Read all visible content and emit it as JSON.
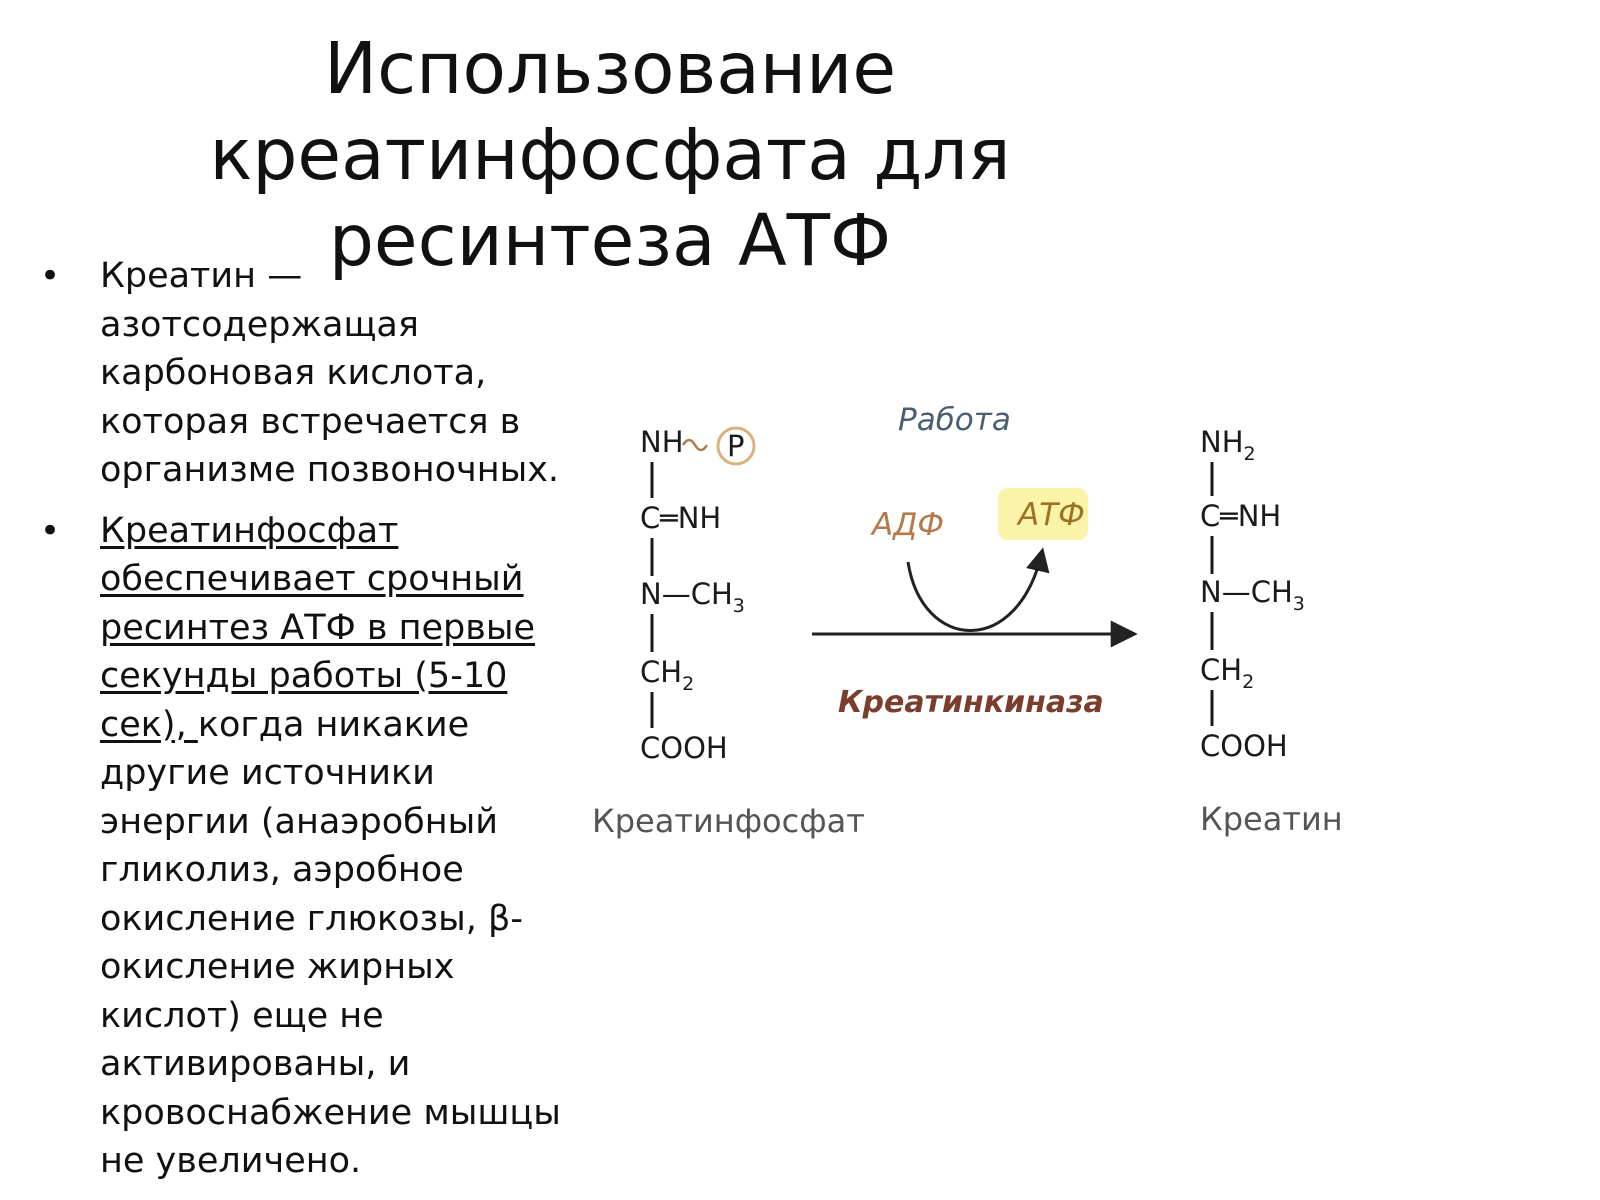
{
  "slide": {
    "title_lines": [
      "Использование",
      "креатинфосфата для",
      "ресинтеза АТФ"
    ],
    "bullets": [
      {
        "lines": [
          "Креатин —",
          "азотсодержащая",
          "карбоновая кислота,",
          "которая встречается в",
          "организме позвоночных."
        ]
      },
      {
        "underlined_lines": [
          "Креатинфосфат",
          "обеспечивает срочный",
          "ресинтез АТФ в первые",
          "секунды работы (5-10"
        ],
        "mixed_line_underlined": "сек), ",
        "mixed_line_rest": "когда никакие",
        "lines": [
          "другие источники",
          "энергии (анаэробный",
          "гликолиз, аэробное",
          "окисление глюкозы, β-",
          "окисление жирных",
          "кислот) еще не",
          "активированы, и",
          "кровоснабжение мышцы",
          "не увеличено."
        ]
      }
    ]
  },
  "diagram": {
    "work_label": "Работа",
    "adp_label": "АДФ",
    "atp_label": "АТФ",
    "enzyme_label": "Креатинкиназа",
    "left_molecule": {
      "caption": "Креатинфосфат",
      "top_group": "NH",
      "phosphate": "P",
      "row_guanidine": "C═NH",
      "row_n": "N—CH",
      "n_sub": "3",
      "row_ch": "CH",
      "ch_sub": "2",
      "row_cooh": "COOH"
    },
    "right_molecule": {
      "caption": "Креатин",
      "top_group": "NH",
      "top_sub": "2",
      "row_guanidine": "C═NH",
      "row_n": "N—CH",
      "n_sub": "3",
      "row_ch": "CH",
      "ch_sub": "2",
      "row_cooh": "COOH"
    },
    "colors": {
      "work_text": "#4a5e72",
      "adp_text": "#b5794a",
      "atp_text": "#9a7424",
      "atp_highlight": "#fbf3a8",
      "enzyme_text": "#7a3f2c",
      "phosphate_ring": "#d8b27a",
      "arrow": "#222222"
    }
  }
}
